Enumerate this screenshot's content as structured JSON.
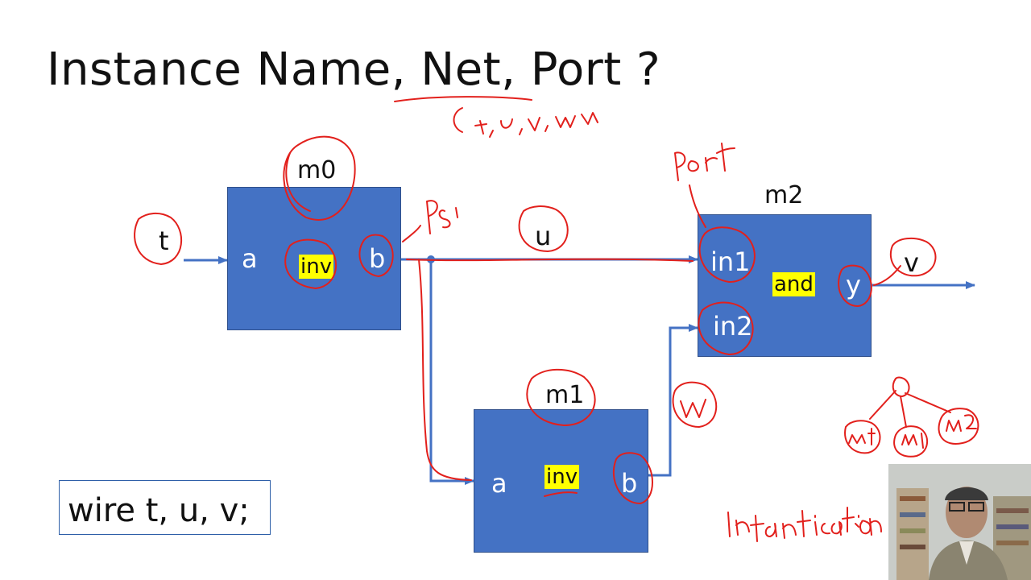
{
  "title": "Instance Name, Net, Port ?",
  "colors": {
    "block": "#4472C4",
    "wire": "#4472C4",
    "highlight": "#ffff00",
    "ink": "#e2201c"
  },
  "instances": {
    "m0": {
      "name": "m0",
      "function": "inv",
      "ports": [
        "a",
        "b"
      ]
    },
    "m1": {
      "name": "m1",
      "function": "inv",
      "ports": [
        "a",
        "b"
      ]
    },
    "m2": {
      "name": "m2",
      "function": "and",
      "ports": [
        "in1",
        "in2",
        "y"
      ]
    }
  },
  "nets": [
    "t",
    "u",
    "v"
  ],
  "code": "wire t, u, v;",
  "webcam": {
    "description": "presenter-video"
  }
}
